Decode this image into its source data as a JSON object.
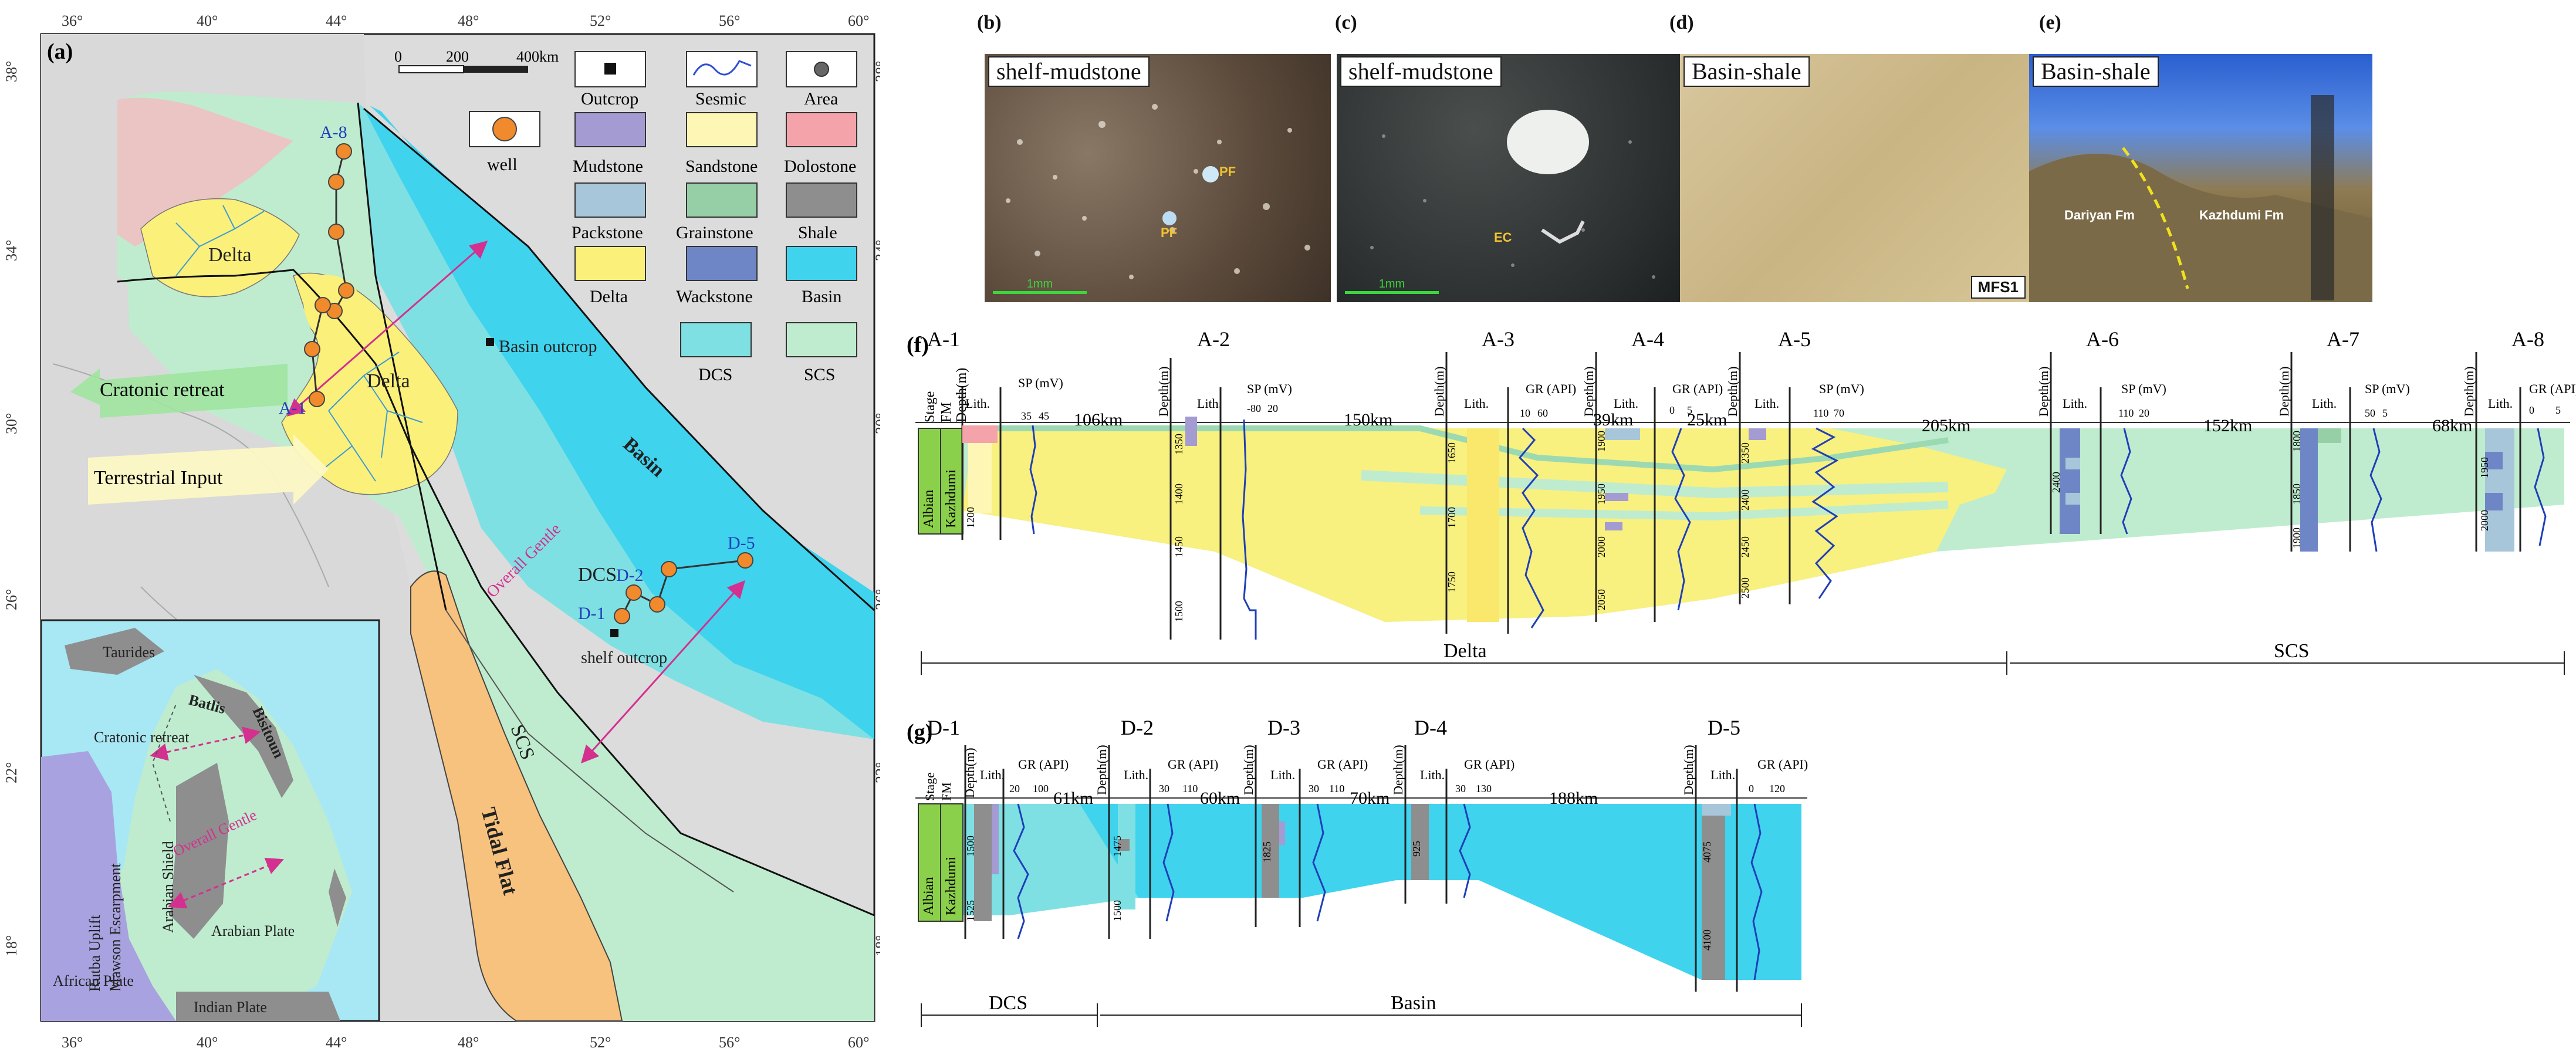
{
  "map": {
    "panel_label": "(a)",
    "lon_ticks": [
      "36°",
      "40°",
      "44°",
      "48°",
      "52°",
      "56°",
      "60°"
    ],
    "lat_ticks": [
      "38°",
      "34°",
      "30°",
      "26°",
      "22°",
      "18°"
    ],
    "scale": {
      "zero": "0",
      "mid": "200",
      "end": "400km"
    },
    "legend": [
      {
        "key": "outcrop",
        "label": "Outcrop",
        "swatch": "outcrop"
      },
      {
        "key": "seismic",
        "label": "Sesmic",
        "swatch": "seismic"
      },
      {
        "key": "area",
        "label": "Area",
        "swatch": "area"
      },
      {
        "key": "well",
        "label": "well",
        "swatch": "well"
      },
      {
        "key": "mudstone",
        "label": "Mudstone",
        "color": "#a39bd1"
      },
      {
        "key": "sandstone",
        "label": "Sandstone",
        "color": "#fdf6b4"
      },
      {
        "key": "dolostone",
        "label": "Dolostone",
        "color": "#f3a3a9"
      },
      {
        "key": "packstone",
        "label": "Packstone",
        "color": "#a7c6da"
      },
      {
        "key": "grainstone",
        "label": "Grainstone",
        "color": "#96cfa6"
      },
      {
        "key": "shale",
        "label": "Shale",
        "color": "#8e8e8e"
      },
      {
        "key": "delta",
        "label": "Delta",
        "color": "#fbf07a"
      },
      {
        "key": "wackstone",
        "label": "Wackstone",
        "color": "#6f86c6"
      },
      {
        "key": "basin",
        "label": "Basin",
        "color": "#3fd3ee"
      },
      {
        "key": "dcs",
        "label": "DCS",
        "color": "#7fe0e3"
      },
      {
        "key": "scs",
        "label": "SCS",
        "color": "#bfeccf"
      }
    ],
    "labels": {
      "delta1": "Delta",
      "delta2": "Delta",
      "cratonic": "Cratonic retreat",
      "terrestrial": "Terrestrial Input",
      "basin_outcrop": "Basin outcrop",
      "basin": "Basin",
      "overall_gentle": "Overall Gentle",
      "dcs": "DCS",
      "scs": "SCS",
      "tidal_flat": "Tidal Flat",
      "shelf_outcrop": "shelf outcrop"
    },
    "wells": [
      "A-1",
      "A-8",
      "D-1",
      "D-2",
      "D-5"
    ],
    "inset": {
      "taurides": "Taurides",
      "batlis": "Batlis",
      "bisitoun": "Bisitoun",
      "cratonic": "Cratonic retreat",
      "overall_gentle": "Overall Gentle",
      "rutba": "Rutba Uplift",
      "mawson": "Mawson Escarpment",
      "arabian_shield": "Arabian Shield",
      "arabian_plate": "Arabian Plate",
      "african_plate": "African Plate",
      "indian_plate": "Indian Plate"
    }
  },
  "photos": [
    {
      "label": "(b)",
      "title": "shelf-mudstone",
      "scale": "1mm",
      "marks": [
        "PF",
        "PF"
      ]
    },
    {
      "label": "(c)",
      "title": "shelf-mudstone",
      "scale": "1mm",
      "marks": [
        "EC"
      ]
    },
    {
      "label": "(d)",
      "title": "Basin-shale",
      "tag": "MFS1"
    },
    {
      "label": "(e)",
      "title": "Basin-shale",
      "marks": [
        "Dariyan Fm",
        "Kazhdumi Fm"
      ]
    }
  ],
  "section_f": {
    "label": "(f)",
    "wells": [
      "A-1",
      "A-2",
      "A-3",
      "A-4",
      "A-5",
      "A-6",
      "A-7",
      "A-8"
    ],
    "distances": [
      "106km",
      "150km",
      "39km",
      "25km",
      "205km",
      "152km",
      "68km"
    ],
    "stage": "Stage",
    "fm": "FM",
    "age": "Albian",
    "formation": "Kazhdumi",
    "col_depth": "Depth(m)",
    "col_lith": "Lith.",
    "col_sp": "SP (mV)",
    "col_gr": "GR (API)",
    "depths": {
      "A-1": [
        "1200"
      ],
      "A-2": [
        "1350",
        "1400",
        "1450",
        "1500"
      ],
      "A-3": [
        "1650",
        "1700",
        "1750"
      ],
      "A-4": [
        "1900",
        "1950",
        "2000",
        "2050"
      ],
      "A-5": [
        "2350",
        "2400",
        "2450",
        "2500"
      ],
      "A-6": [
        "2400"
      ],
      "A-7": [
        "1800",
        "1850",
        "1900"
      ],
      "A-8": [
        "1950",
        "2000"
      ]
    },
    "scales": {
      "A-1": [
        "35",
        "45"
      ],
      "A-2": [
        "-80",
        "20"
      ],
      "A-3": [
        "10",
        "60"
      ],
      "A-4": [
        "0",
        "5"
      ],
      "A-5": [
        "110",
        "70"
      ],
      "A-6": [
        "110",
        "20"
      ],
      "A-7": [
        "50",
        "5"
      ],
      "A-8": [
        "0",
        "5"
      ]
    },
    "facies": [
      "Delta",
      "SCS"
    ]
  },
  "section_g": {
    "label": "(g)",
    "wells": [
      "D-1",
      "D-2",
      "D-3",
      "D-4",
      "D-5"
    ],
    "distances": [
      "61km",
      "60km",
      "70km",
      "188km"
    ],
    "stage": "Stage",
    "fm": "FM",
    "age": "Albian",
    "formation": "Kazhdumi",
    "col_depth": "Depth(m)",
    "col_lith": "Lith.",
    "col_gr": "GR (API)",
    "depths": {
      "D-1": [
        "1500",
        "1525"
      ],
      "D-2": [
        "1475",
        "1500"
      ],
      "D-3": [
        "1825"
      ],
      "D-4": [
        "925"
      ],
      "D-5": [
        "4075",
        "4100"
      ]
    },
    "scales": {
      "D-1": [
        "20",
        "100"
      ],
      "D-2": [
        "30",
        "110"
      ],
      "D-3": [
        "30",
        "110"
      ],
      "D-4": [
        "30",
        "130"
      ],
      "D-5": [
        "0",
        "120"
      ]
    },
    "facies": [
      "DCS",
      "Basin"
    ]
  }
}
